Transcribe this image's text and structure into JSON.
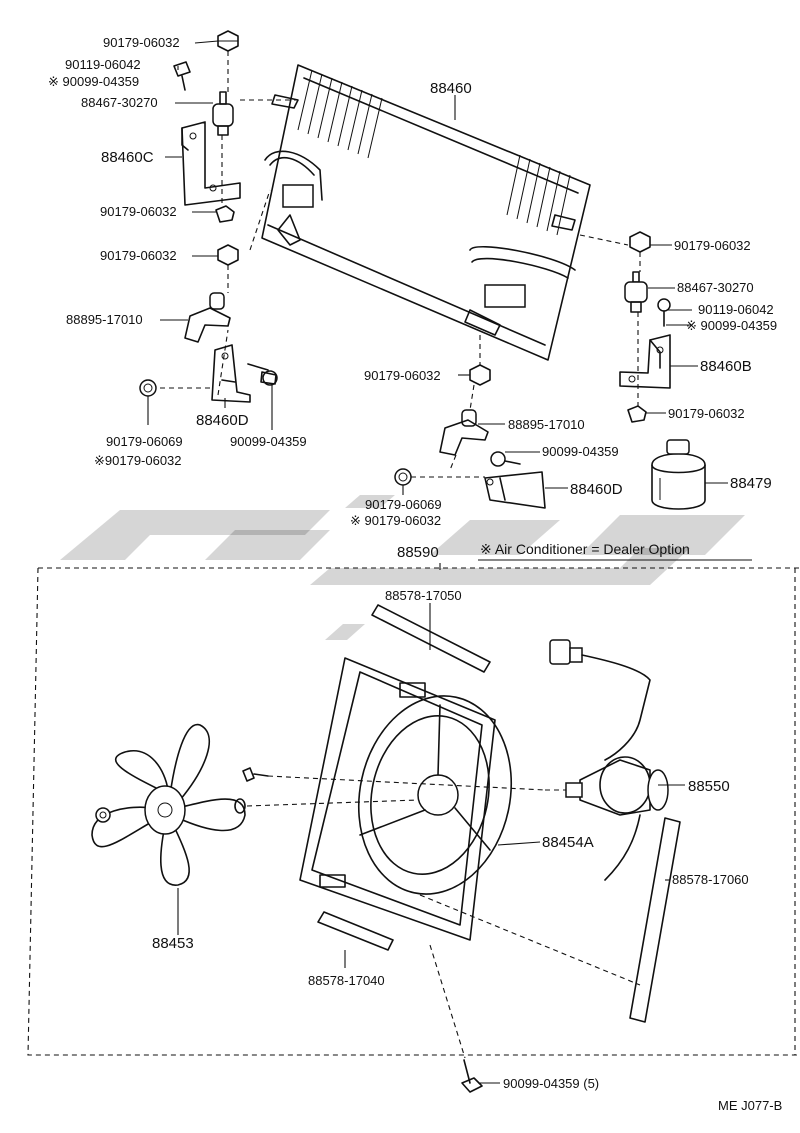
{
  "note": "※ Air Conditioner = Dealer Option",
  "footer_code": "ME  J077-B",
  "labels": {
    "l1": "90179-06032",
    "l2": "90119-06042",
    "l3": "※ 90099-04359",
    "l4": "88467-30270",
    "l5": "88460C",
    "l6": "90179-06032",
    "l7": "90179-06032",
    "l8": "88895-17010",
    "l9": "88460D",
    "l10": "90179-06069",
    "l11": "※90179-06032",
    "l12": "90099-04359",
    "l13": "88460",
    "l14": "90179-06032",
    "l15": "88467-30270",
    "l16": "90119-06042",
    "l17": "※ 90099-04359",
    "l18": "88460B",
    "l19": "90179-06032",
    "l20": "90179-06032",
    "l21": "88895-17010",
    "l22": "90099-04359",
    "l23": "88460D",
    "l24": "90179-06069",
    "l25": "※ 90179-06032",
    "l26": "88479",
    "l27": "88590",
    "l28": "88578-17050",
    "l29": "88550",
    "l30": "88454A",
    "l31": "88453",
    "l32": "88578-17060",
    "l33": "88578-17040",
    "l34": "90099-04359 (5)"
  }
}
